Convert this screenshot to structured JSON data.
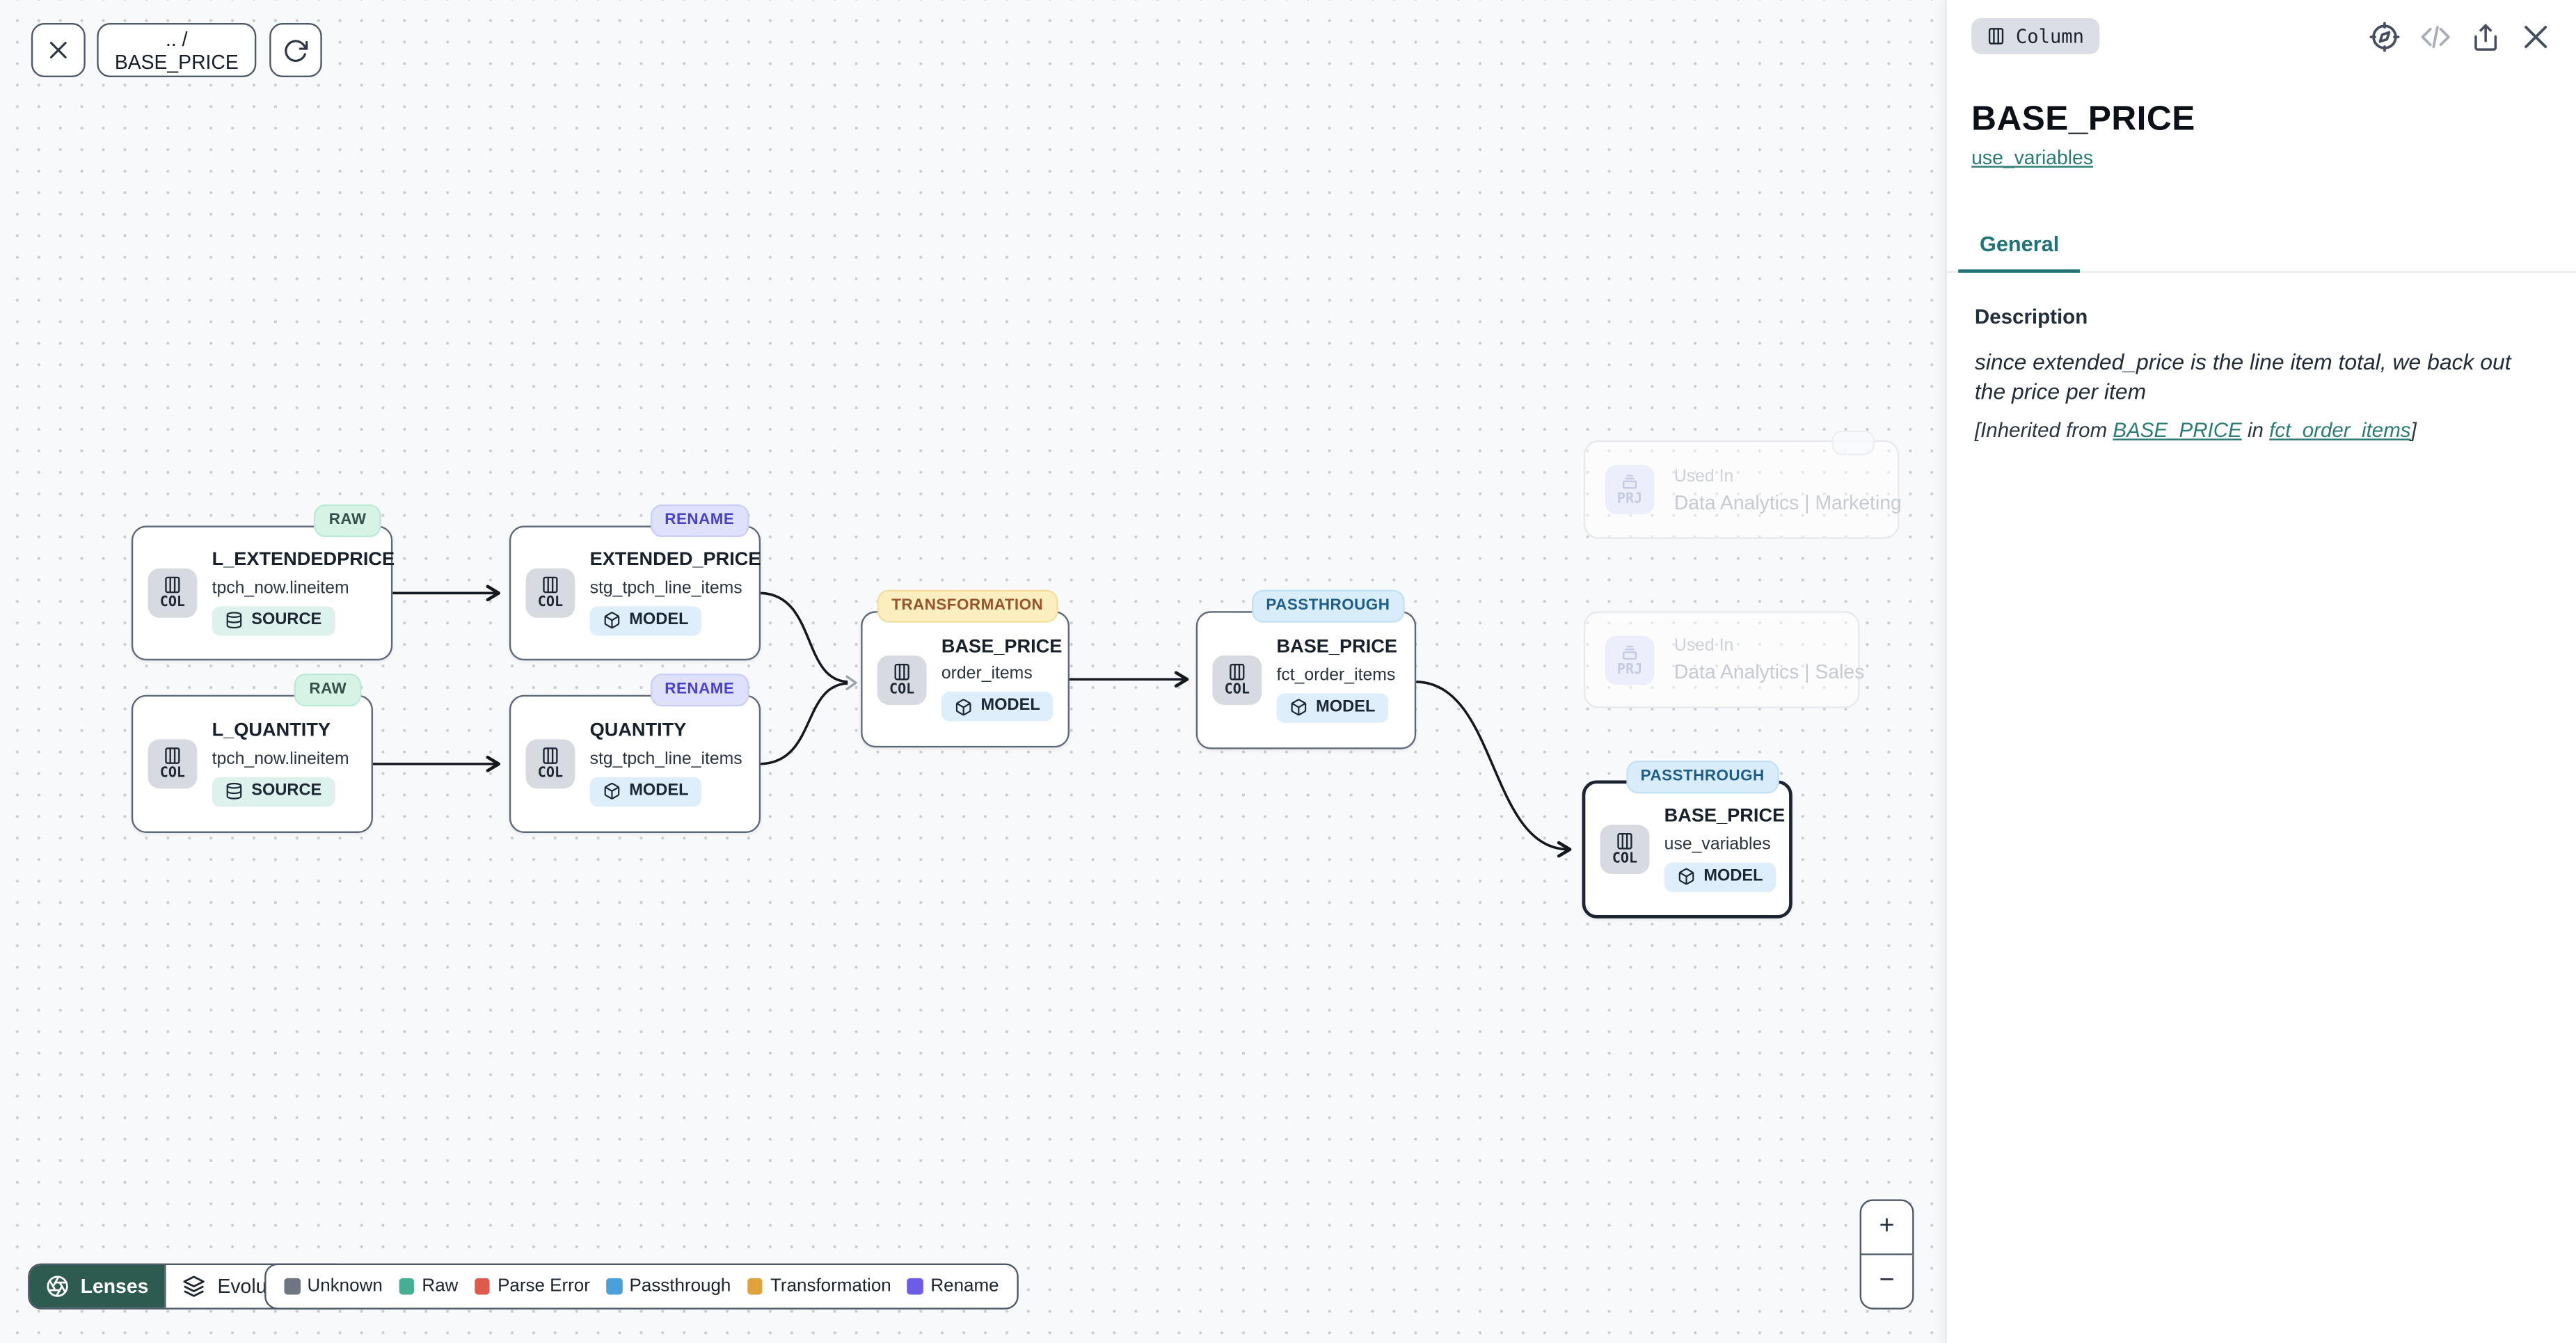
{
  "toolbar": {
    "breadcrumb": ".. / BASE_PRICE"
  },
  "canvas": {
    "nodes": [
      {
        "badge": "RAW",
        "title": "L_EXTENDEDPRICE",
        "subtitle": "tpch_now.lineitem",
        "chip": "SOURCE",
        "icon_label": "COL"
      },
      {
        "badge": "RENAME",
        "title": "EXTENDED_PRICE",
        "subtitle": "stg_tpch_line_items",
        "chip": "MODEL",
        "icon_label": "COL"
      },
      {
        "badge": "RAW",
        "title": "L_QUANTITY",
        "subtitle": "tpch_now.lineitem",
        "chip": "SOURCE",
        "icon_label": "COL"
      },
      {
        "badge": "RENAME",
        "title": "QUANTITY",
        "subtitle": "stg_tpch_line_items",
        "chip": "MODEL",
        "icon_label": "COL"
      },
      {
        "badge": "TRANSFORMATION",
        "title": "BASE_PRICE",
        "subtitle": "order_items",
        "chip": "MODEL",
        "icon_label": "COL"
      },
      {
        "badge": "PASSTHROUGH",
        "title": "BASE_PRICE",
        "subtitle": "fct_order_items",
        "chip": "MODEL",
        "icon_label": "COL"
      },
      {
        "badge": "PASSTHROUGH",
        "title": "BASE_PRICE",
        "subtitle": "use_variables",
        "chip": "MODEL",
        "icon_label": "COL",
        "selected": true
      }
    ],
    "edges": [
      {
        "from": "L_EXTENDEDPRICE/tpch_now.lineitem",
        "to": "EXTENDED_PRICE/stg_tpch_line_items"
      },
      {
        "from": "L_QUANTITY/tpch_now.lineitem",
        "to": "QUANTITY/stg_tpch_line_items"
      },
      {
        "from": "EXTENDED_PRICE/stg_tpch_line_items",
        "to": "BASE_PRICE/order_items"
      },
      {
        "from": "QUANTITY/stg_tpch_line_items",
        "to": "BASE_PRICE/order_items"
      },
      {
        "from": "BASE_PRICE/order_items",
        "to": "BASE_PRICE/fct_order_items"
      },
      {
        "from": "BASE_PRICE/fct_order_items",
        "to": "BASE_PRICE/use_variables"
      }
    ],
    "ghost_nodes": [
      {
        "label": "Used In",
        "name": "Data Analytics | Marketing",
        "icon_label": "PRJ"
      },
      {
        "label": "Used In",
        "name": "Data Analytics | Sales",
        "icon_label": "PRJ"
      }
    ]
  },
  "lens_bar": {
    "lenses_label": "Lenses",
    "lens_name": "Evolution"
  },
  "legend": {
    "items": [
      {
        "label": "Unknown",
        "color": "#6e7681"
      },
      {
        "label": "Raw",
        "color": "#45ae95"
      },
      {
        "label": "Parse Error",
        "color": "#dd5a4c"
      },
      {
        "label": "Passthrough",
        "color": "#4aa0dc"
      },
      {
        "label": "Transformation",
        "color": "#e0a23d"
      },
      {
        "label": "Rename",
        "color": "#6e5be6"
      }
    ]
  },
  "zoom_controls": {
    "zoom_in": "+",
    "zoom_out": "−"
  },
  "panel": {
    "type_chip": "Column",
    "title": "BASE_PRICE",
    "subtitle_link": "use_variables",
    "tabs": [
      {
        "label": "General",
        "active": true
      }
    ],
    "description": {
      "label": "Description",
      "text": "since extended_price is the line item total, we back out the price per item",
      "inherited_prefix": "[Inherited from ",
      "inherited_link1": "BASE_PRICE",
      "inherited_mid": " in ",
      "inherited_link2": "fct_order_items",
      "inherited_suffix": "]"
    }
  },
  "colors": {
    "accent_teal": "#217378",
    "lenses_button_bg": "#2d5b50",
    "badge_raw_bg": "#d6f4e6",
    "badge_rename_bg": "#dfe1fb",
    "badge_transformation_bg": "#fdeec0",
    "badge_passthrough_bg": "#d9ecfa",
    "canvas_bg": "#f8f9fb"
  }
}
